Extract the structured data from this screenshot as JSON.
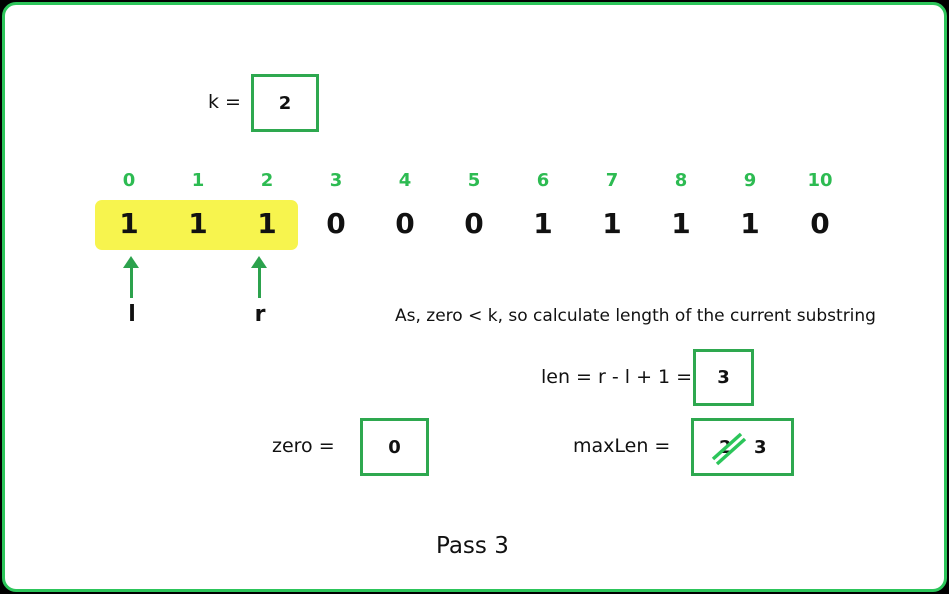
{
  "k": {
    "label": "k =",
    "value": "2"
  },
  "array": {
    "indices": [
      "0",
      "1",
      "2",
      "3",
      "4",
      "5",
      "6",
      "7",
      "8",
      "9",
      "10"
    ],
    "bits": [
      "1",
      "1",
      "1",
      "0",
      "0",
      "0",
      "1",
      "1",
      "1",
      "1",
      "0"
    ],
    "highlight_range": [
      0,
      2
    ]
  },
  "pointers": {
    "left": "l",
    "right": "r",
    "left_index": 0,
    "right_index": 2
  },
  "note": "As, zero < k, so calculate length of the current substring",
  "len": {
    "label": "len = r - l + 1 =",
    "value": "3"
  },
  "zero": {
    "label": "zero  =",
    "value": "0"
  },
  "maxLen": {
    "label": "maxLen =",
    "old_value": "2",
    "value": "3"
  },
  "caption": "Pass 3",
  "colors": {
    "accent": "#2cc55a",
    "highlight": "#f7f44e",
    "index": "#2dbb52"
  }
}
